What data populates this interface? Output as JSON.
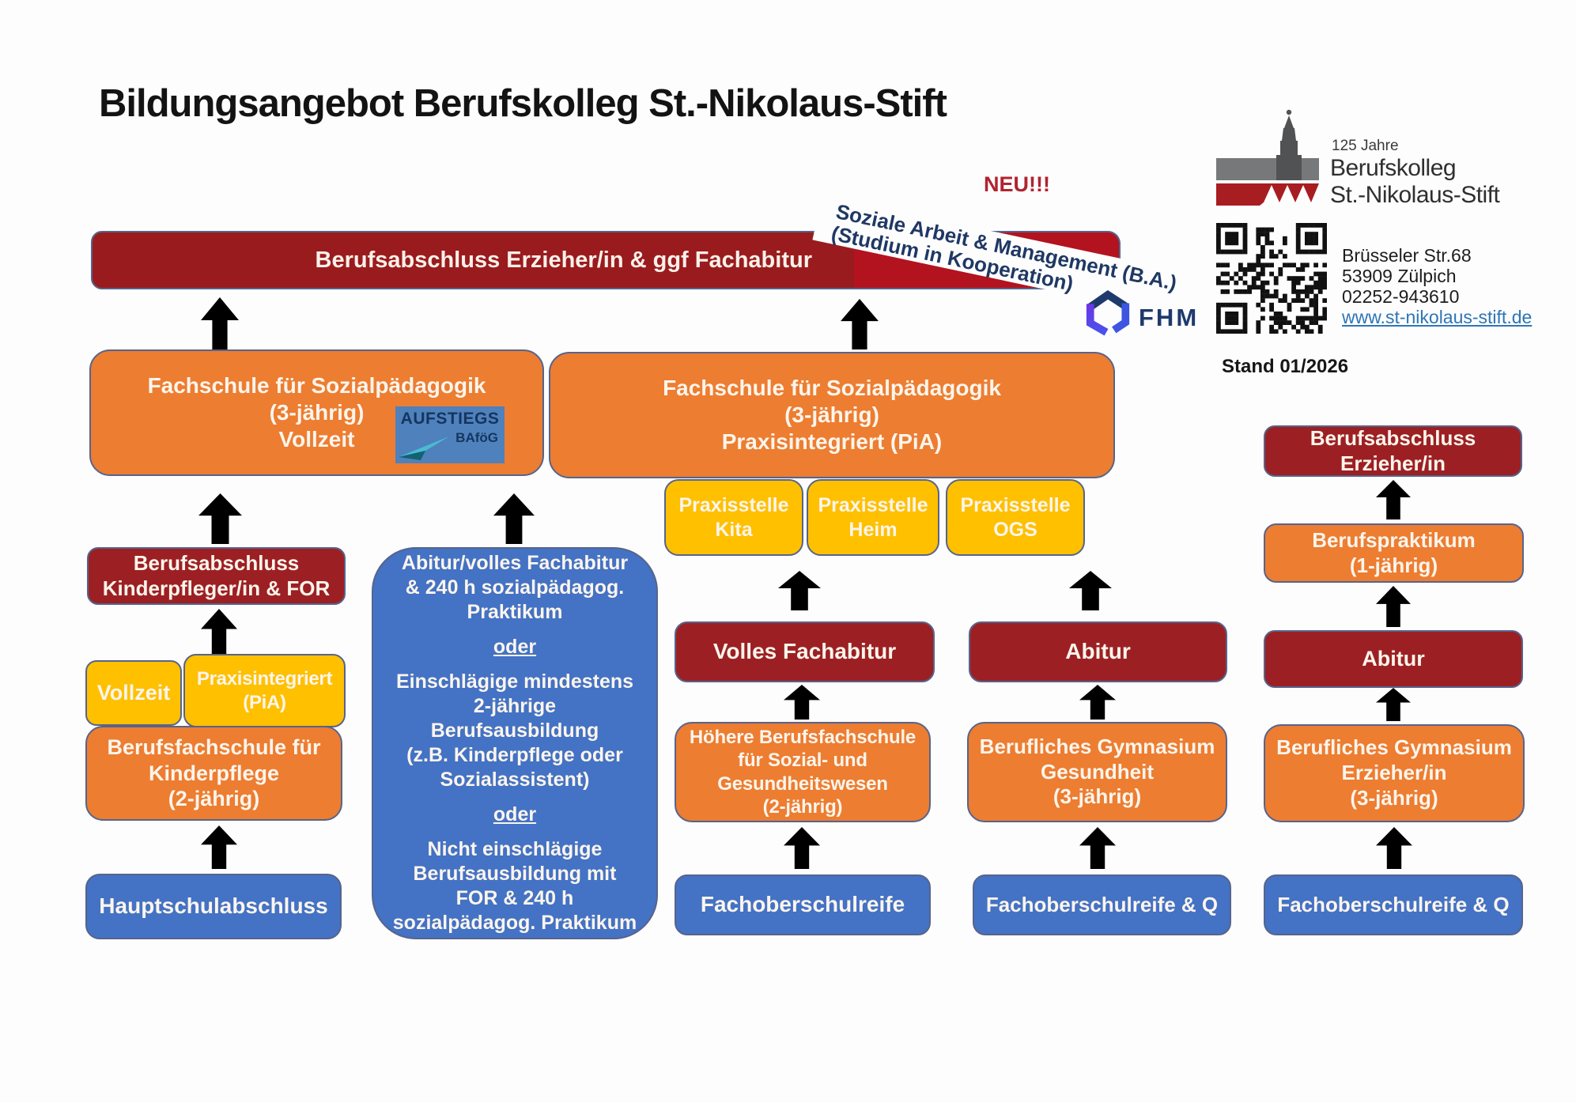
{
  "title": "Bildungsangebot Berufskolleg St.-Nikolaus-Stift",
  "header": {
    "neu": "NEU!!!",
    "ribbon_line1": "Soziale Arbeit & Management (B.A.)",
    "ribbon_line2": "(Studium in Kooperation)",
    "fhm": "FHM"
  },
  "logo": {
    "years": "125 Jahre",
    "name1": "Berufskolleg",
    "name2": "St.-Nikolaus-Stift"
  },
  "contact": {
    "street": "Brüsseler Str.68",
    "city": "53909 Zülpich",
    "phone": "02252-943610",
    "website": "www.st-nikolaus-stift.de",
    "stand": "Stand 01/2026"
  },
  "badge": {
    "line1": "AUFSTIEGS",
    "line2": "BAföG"
  },
  "flow": {
    "banner": "Berufsabschluss Erzieher/in & ggf Fachabitur",
    "fachschule_vollzeit": "Fachschule für Sozialpädagogik\n(3-jährig)\nVollzeit",
    "fachschule_pia": "Fachschule für Sozialpädagogik\n(3-jährig)\nPraxisintegriert (PiA)",
    "praxis_kita": "Praxisstelle\nKita",
    "praxis_heim": "Praxisstelle\nHeim",
    "praxis_ogs": "Praxisstelle\nOGS",
    "abschluss_kinderpfleger": "Berufsabschluss\nKinderpfleger/in & FOR",
    "vollzeit": "Vollzeit",
    "praxisintegriert": "Praxisintegriert\n(PiA)",
    "bfs_kinderpflege": "Berufsfachschule für\nKinderpflege\n(2-jährig)",
    "hauptschulabschluss": "Hauptschulabschluss",
    "zugang1": "Abitur/volles Fachabitur\n& 240 h sozialpädagog.\nPraktikum",
    "oder1": "oder",
    "zugang2": "Einschlägige mindestens\n2-jährige\nBerufsausbildung\n(z.B. Kinderpflege oder\nSozialassistent)",
    "oder2": "oder",
    "zugang3": "Nicht einschlägige\nBerufsausbildung mit\nFOR & 240 h\nsozialpädagog. Praktikum",
    "volles_fachabitur": "Volles Fachabitur",
    "hoehere_bfs": "Höhere Berufsfachschule\nfür Sozial- und\nGesundheitswesen\n(2-jährig)",
    "fachoberschulreife": "Fachoberschulreife",
    "abitur_gesundheit": "Abitur",
    "gym_gesundheit": "Berufliches Gymnasium\nGesundheit\n(3-jährig)",
    "fos_q_gesundheit": "Fachoberschulreife & Q",
    "abschluss_erzieher": "Berufsabschluss\nErzieher/in",
    "berufspraktikum": "Berufspraktikum\n(1-jährig)",
    "abitur_erzieher": "Abitur",
    "gym_erzieher": "Berufliches Gymnasium\nErzieher/in\n(3-jährig)",
    "fos_q_erzieher": "Fachoberschulreife & Q"
  },
  "colors": {
    "banner_red": "#9A1B1E",
    "ribbon_red": "#B2131F",
    "box_red": "#9C2023",
    "orange": "#ED7D31",
    "yellow": "#FFC000",
    "blue": "#4472C4",
    "navy_text": "#1F3864",
    "neu_red": "#B02430",
    "link_blue": "#2E75B6",
    "border": "#56648C",
    "arrow": "#000000"
  }
}
